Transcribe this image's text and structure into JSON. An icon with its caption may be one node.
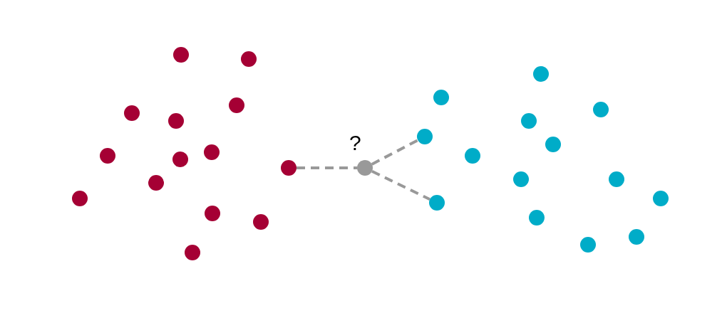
{
  "diagram": {
    "nodes": [
      {
        "text": [],
        "shape": "circle"
      },
      {
        "text": [],
        "shape": "circle"
      },
      {
        "text": [],
        "shape": "circle"
      },
      {
        "text": [],
        "shape": "circle"
      },
      {
        "text": [],
        "shape": "circle"
      },
      {
        "text": [],
        "shape": "circle"
      },
      {
        "text": [],
        "shape": "circle"
      },
      {
        "text": [],
        "shape": "circle"
      },
      {
        "text": [],
        "shape": "circle"
      },
      {
        "text": [],
        "shape": "circle"
      },
      {
        "text": [],
        "shape": "circle"
      },
      {
        "text": [],
        "shape": "circle"
      },
      {
        "text": [],
        "shape": "circle"
      },
      {
        "text": [],
        "shape": "circle"
      },
      {
        "text": [],
        "shape": "circle",
        "beside": [
          "?"
        ]
      },
      {
        "text": [],
        "shape": "circle"
      },
      {
        "text": [],
        "shape": "circle"
      },
      {
        "text": [],
        "shape": "circle"
      },
      {
        "text": [],
        "shape": "circle"
      },
      {
        "text": [],
        "shape": "circle"
      },
      {
        "text": [],
        "shape": "circle"
      },
      {
        "text": [],
        "shape": "circle"
      },
      {
        "text": [],
        "shape": "circle"
      },
      {
        "text": [],
        "shape": "circle"
      },
      {
        "text": [],
        "shape": "circle"
      },
      {
        "text": [],
        "shape": "circle"
      },
      {
        "text": [],
        "shape": "circle"
      },
      {
        "text": [],
        "shape": "circle"
      },
      {
        "text": [],
        "shape": "circle"
      }
    ],
    "edges": [
      {
        "from": 13,
        "to": 14,
        "arrow": "none",
        "style": "dashed"
      },
      {
        "from": 14,
        "to": 15,
        "arrow": "none",
        "style": "dashed"
      },
      {
        "from": 14,
        "to": 16,
        "arrow": "none",
        "style": "dashed"
      }
    ]
  }
}
